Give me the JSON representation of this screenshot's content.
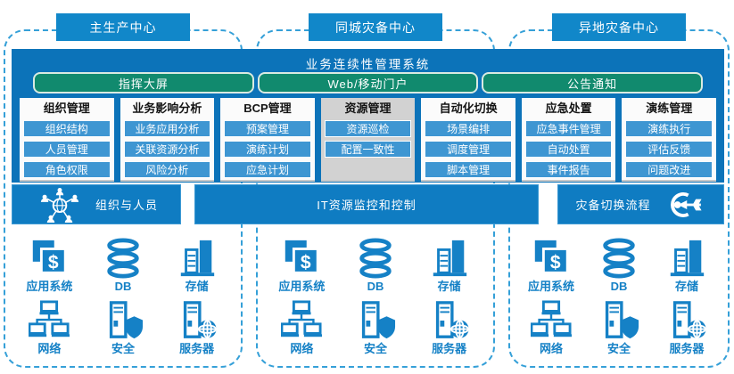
{
  "colors": {
    "zone_border_blue": "#35a0d8",
    "label_blue": "#1187c9",
    "panel_blue": "#0c73b9",
    "band_blue": "#0f7cc2",
    "item_blue": "#3e96d2",
    "portal_green": "#118a6e",
    "icon_blue": "#1581c6",
    "module_bg": "#fbfbfb",
    "module_highlight_bg": "#d2d2d2"
  },
  "centers": [
    {
      "label": "主生产中心"
    },
    {
      "label": "同城灾备中心"
    },
    {
      "label": "异地灾备中心"
    }
  ],
  "system": {
    "title": "业务连续性管理系统",
    "portals": [
      "指挥大屏",
      "Web/移动门户",
      "公告通知"
    ],
    "modules": [
      {
        "title": "组织管理",
        "items": [
          "组织结构",
          "人员管理",
          "角色权限"
        ]
      },
      {
        "title": "业务影响分析",
        "items": [
          "业务应用分析",
          "关联资源分析",
          "风险分析"
        ]
      },
      {
        "title": "BCP管理",
        "items": [
          "预案管理",
          "演练计划",
          "应急计划"
        ]
      },
      {
        "title": "资源管理",
        "items": [
          "资源巡检",
          "配置一致性"
        ]
      },
      {
        "title": "自动化切换",
        "items": [
          "场景编排",
          "调度管理",
          "脚本管理"
        ]
      },
      {
        "title": "应急处置",
        "items": [
          "应急事件管理",
          "自动处置",
          "事件报告"
        ]
      },
      {
        "title": "演练管理",
        "items": [
          "演练执行",
          "评估反馈",
          "问题改进"
        ]
      }
    ]
  },
  "band": {
    "left": "组织与人员",
    "middle": "IT资源监控和控制",
    "right": "灾备切换流程"
  },
  "infrastructure": {
    "items": [
      {
        "label": "应用系统",
        "icon": "app-system-icon"
      },
      {
        "label": "DB",
        "icon": "database-icon"
      },
      {
        "label": "存储",
        "icon": "storage-icon"
      },
      {
        "label": "网络",
        "icon": "network-icon"
      },
      {
        "label": "安全",
        "icon": "security-icon"
      },
      {
        "label": "服务器",
        "icon": "server-icon"
      }
    ]
  }
}
